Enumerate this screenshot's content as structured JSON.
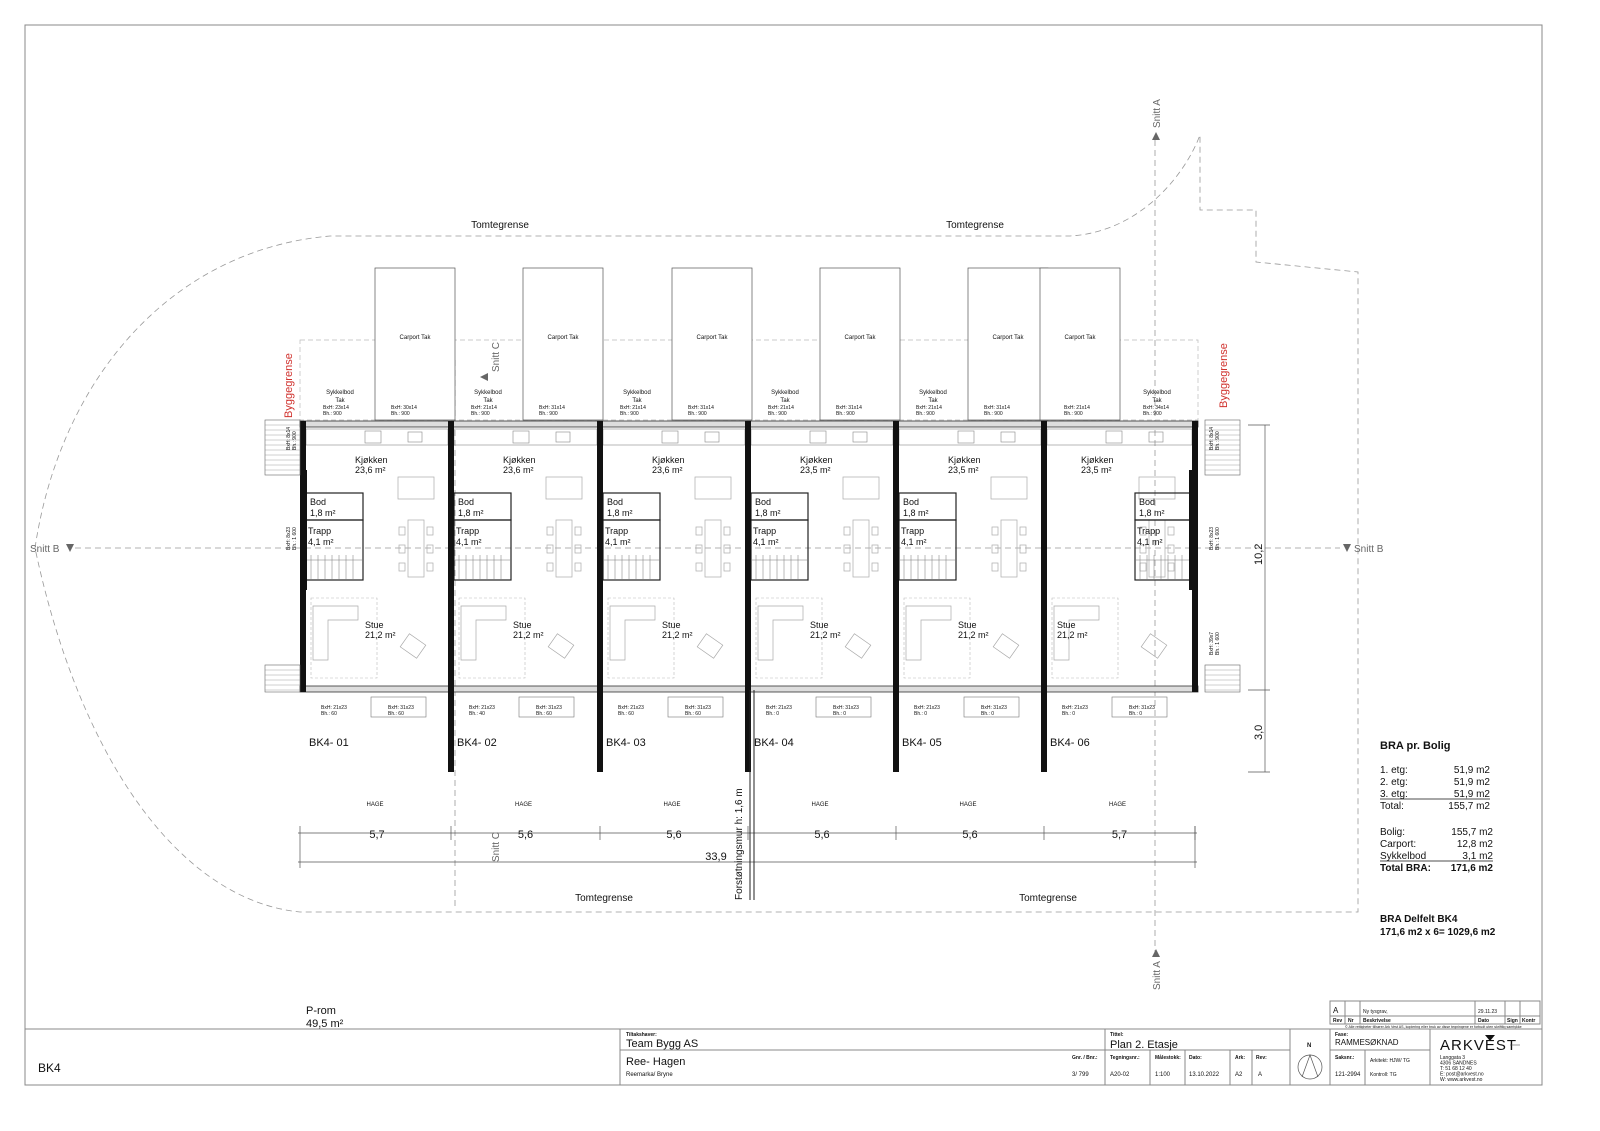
{
  "drawing": {
    "sheet_label": "BK4",
    "p_rom": {
      "label": "P-rom",
      "area": "49,5 m²"
    },
    "tomtegrense": "Tomtegrense",
    "byggegrense": "Byggegrense",
    "snitt_a": "Snitt A",
    "snitt_b": "Snitt B",
    "snitt_c": "Snitt C",
    "carport_label": "Carport Tak",
    "sykkelbod_label": "Sykkelbod",
    "tak_label": "Tak",
    "hage_label": "HAGE",
    "forstotningsmur": "Forstøtningsmur h: 1,6 m",
    "dim_depth_main": "10,2",
    "dim_depth_garden": "3,0",
    "dim_total": "33,9",
    "side_window_left_top": {
      "bxh": "BxH: 8x14",
      "bh": "Bh.: 900"
    },
    "side_window_left_mid": {
      "bxh": "BxH: 8x23",
      "bh": "Bh.: 1 600"
    },
    "side_window_right_top": {
      "bxh": "BxH: 8x14",
      "bh": "Bh.: 900"
    },
    "side_window_right_mid": {
      "bxh": "BxH: 8x23",
      "bh": "Bh.: 1 600"
    },
    "side_window_right_low": {
      "bxh": "BxH: 39x7",
      "bh": "Bh.: 1 600"
    }
  },
  "units": [
    {
      "id": "BK4- 01",
      "width": "5,7",
      "kjokken": "23,6 m²",
      "bod": "1,8 m²",
      "trapp": "4,1 m²",
      "stue": "21,2 m²",
      "top_windows": [
        {
          "bxh": "BxH: 23x14",
          "bh": "Bh.: 900"
        },
        {
          "bxh": "BxH: 30x14",
          "bh": "Bh.: 900"
        }
      ],
      "bottom_windows": [
        {
          "bxh": "BxH: 21x23",
          "bh": "Bh.: 60"
        },
        {
          "bxh": "BxH: 31x23",
          "bh": "Bh.: 60"
        }
      ],
      "mirrored": false
    },
    {
      "id": "BK4- 02",
      "width": "5,6",
      "kjokken": "23,6 m²",
      "bod": "1,8 m²",
      "trapp": "4,1 m²",
      "stue": "21,2 m²",
      "top_windows": [
        {
          "bxh": "BxH: 21x14",
          "bh": "Bh.: 900"
        },
        {
          "bxh": "BxH: 31x14",
          "bh": "Bh.: 900"
        }
      ],
      "bottom_windows": [
        {
          "bxh": "BxH: 21x23",
          "bh": "Bh.: 40"
        },
        {
          "bxh": "BxH: 31x23",
          "bh": "Bh.: 60"
        }
      ],
      "mirrored": false
    },
    {
      "id": "BK4- 03",
      "width": "5,6",
      "kjokken": "23,6 m²",
      "bod": "1,8 m²",
      "trapp": "4,1 m²",
      "stue": "21,2 m²",
      "top_windows": [
        {
          "bxh": "BxH: 21x14",
          "bh": "Bh.: 900"
        },
        {
          "bxh": "BxH: 31x14",
          "bh": "Bh.: 900"
        }
      ],
      "bottom_windows": [
        {
          "bxh": "BxH: 21x23",
          "bh": "Bh.: 60"
        },
        {
          "bxh": "BxH: 31x23",
          "bh": "Bh.: 60"
        }
      ],
      "mirrored": false
    },
    {
      "id": "BK4- 04",
      "width": "5,6",
      "kjokken": "23,5 m²",
      "bod": "1,8 m²",
      "trapp": "4,1 m²",
      "stue": "21,2 m²",
      "top_windows": [
        {
          "bxh": "BxH: 21x14",
          "bh": "Bh.: 900"
        },
        {
          "bxh": "BxH: 31x14",
          "bh": "Bh.: 900"
        }
      ],
      "bottom_windows": [
        {
          "bxh": "BxH: 21x23",
          "bh": "Bh.: 0"
        },
        {
          "bxh": "BxH: 31x23",
          "bh": "Bh.: 0"
        }
      ],
      "mirrored": false
    },
    {
      "id": "BK4- 05",
      "width": "5,6",
      "kjokken": "23,5 m²",
      "bod": "1,8 m²",
      "trapp": "4,1 m²",
      "stue": "21,2 m²",
      "top_windows": [
        {
          "bxh": "BxH: 21x14",
          "bh": "Bh.: 900"
        },
        {
          "bxh": "BxH: 31x14",
          "bh": "Bh.: 900"
        }
      ],
      "bottom_windows": [
        {
          "bxh": "BxH: 21x23",
          "bh": "Bh.: 0"
        },
        {
          "bxh": "BxH: 31x23",
          "bh": "Bh.: 0"
        }
      ],
      "mirrored": false
    },
    {
      "id": "BK4- 06",
      "width": "5,7",
      "kjokken": "23,5 m²",
      "bod": "1,8 m²",
      "trapp": "4,1 m²",
      "stue": "21,2 m²",
      "top_windows": [
        {
          "bxh": "BxH: 21x14",
          "bh": "Bh.: 900"
        },
        {
          "bxh": "BxH: 34x14",
          "bh": "Bh.: 900"
        }
      ],
      "bottom_windows": [
        {
          "bxh": "BxH: 21x23",
          "bh": "Bh.: 0"
        },
        {
          "bxh": "BxH: 31x23",
          "bh": "Bh.: 0"
        }
      ],
      "mirrored": true
    }
  ],
  "room_names": {
    "kjokken": "Kjøkken",
    "bod": "Bod",
    "trapp": "Trapp",
    "stue": "Stue"
  },
  "bra_table": {
    "title": "BRA pr. Bolig",
    "floors": [
      {
        "label": "1. etg:",
        "value": "51,9 m2"
      },
      {
        "label": "2. etg:",
        "value": "51,9 m2"
      },
      {
        "label": "3. etg:",
        "value": "51,9 m2"
      },
      {
        "label": "Total:",
        "value": "155,7 m2"
      }
    ],
    "summary": [
      {
        "label": "Bolig:",
        "value": "155,7 m2"
      },
      {
        "label": "Carport:",
        "value": "12,8 m2"
      },
      {
        "label": "Sykkelbod",
        "value": "3,1 m2"
      },
      {
        "label": "Total BRA:",
        "value": "171,6 m2"
      }
    ],
    "delfelt_title": "BRA Delfelt BK4",
    "delfelt_value": "171,6 m2 x 6= 1029,6 m2"
  },
  "revisions": {
    "row": {
      "rev": "A",
      "nr": "",
      "beskrivelse": "Ny tysgrav,",
      "dato": "29.11.23",
      "sign": "",
      "kontr": ""
    },
    "headers": {
      "rev": "Rev",
      "nr": "Nr",
      "beskrivelse": "Beskrivelse",
      "dato": "Dato",
      "sign": "Sign",
      "kontr": "Kontr"
    },
    "copyright": "© Alle rettigheter tilhører Ark Vest AS, kopiering eller bruk av disse tegningene er forbudt uten skriftlig samtykke"
  },
  "title_block": {
    "tiltakshaver_label": "Tiltakshaver:",
    "tiltakshaver": "Team Bygg AS",
    "project": "Ree- Hagen",
    "location": "Reemarka/ Bryne",
    "gnr_label": "Gnr. / Bnr.:",
    "gnr": "3/ 799",
    "tittel_label": "Tittel:",
    "tittel": "Plan 2. Etasje",
    "tegningsnr_label": "Tegningsnr.:",
    "tegningsnr": "A20-02",
    "malestokk_label": "Målestokk:",
    "malestokk": "1:100",
    "dato_label": "Dato:",
    "dato": "13.10.2022",
    "ark_label": "Ark:",
    "ark": "A2",
    "rev_label": "Rev:",
    "rev": "A",
    "north": "N",
    "fase_label": "Fase:",
    "fase": "RAMMESØKNAD",
    "saksnr_label": "Saksnr.:",
    "saksnr": "121-2994",
    "arkitekt": "Arkitekt: HJW/ TG",
    "kontroll": "Kontroll: TG",
    "logo": "ARKVEST",
    "address": [
      "Langgata 3",
      "4306 SANDNES",
      "T: 51 68 12 40",
      "E: post@arkvest.no",
      "W: www.arkvest.no"
    ]
  }
}
